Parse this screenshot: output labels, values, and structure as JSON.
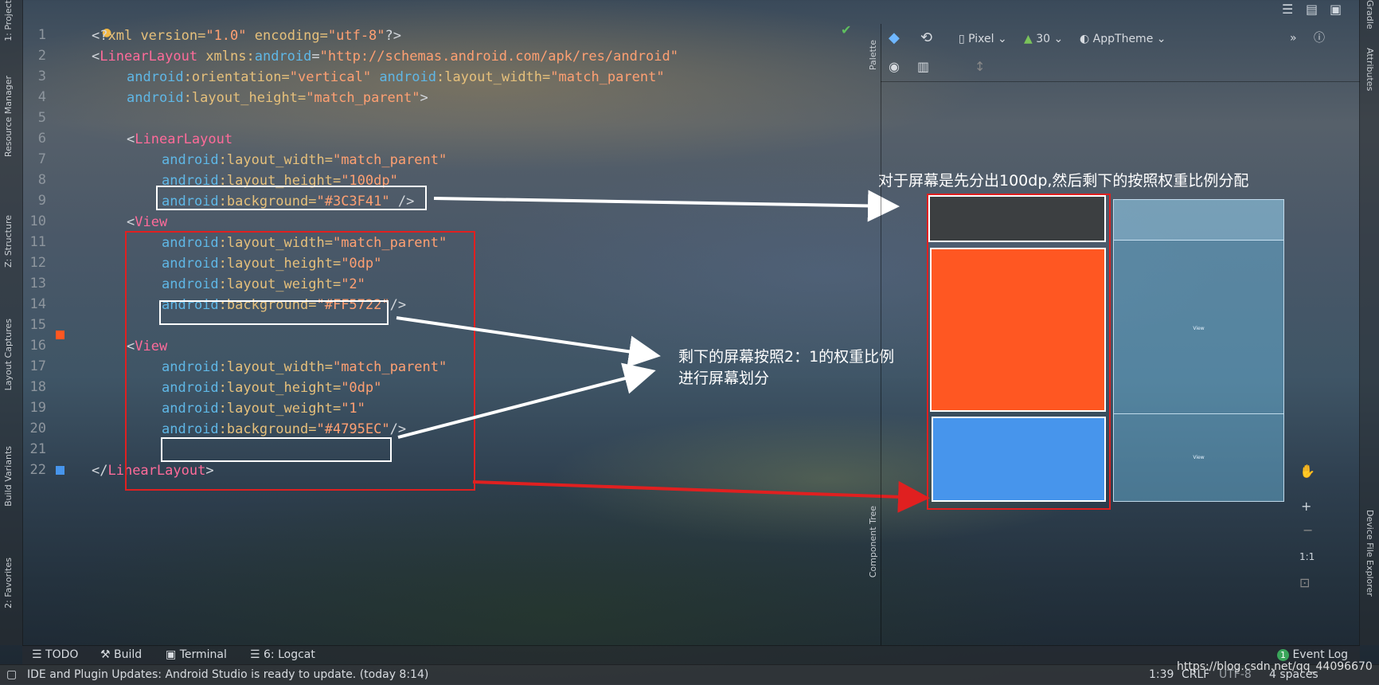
{
  "left_tabs": [
    "1: Project",
    "Resource Manager",
    "Z: Structure",
    "Layout Captures",
    "Build Variants",
    "2: Favorites"
  ],
  "right_tabs": [
    "Gradle",
    "Attributes",
    "Device File Explorer"
  ],
  "line_numbers": [
    "1",
    "2",
    "3",
    "4",
    "5",
    "6",
    "7",
    "8",
    "9",
    "10",
    "11",
    "12",
    "13",
    "14",
    "15",
    "16",
    "17",
    "18",
    "19",
    "20",
    "21",
    "22"
  ],
  "code": {
    "l1": {
      "open": "<?",
      "kw": "xml",
      "a1": " version=",
      "v1": "\"1.0\"",
      "a2": " encoding=",
      "v2": "\"utf-8\"",
      "close": "?>"
    },
    "l2": {
      "open": "<",
      "tag": "LinearLayout",
      "attr": " xmlns:",
      "ns": "android",
      "eq": "=",
      "val": "\"http://schemas.android.com/apk/res/android\""
    },
    "l3": {
      "ns1": "android",
      "attr1": ":orientation=",
      "val1": "\"vertical\"",
      "ns2": " android",
      "attr2": ":layout_width=",
      "val2": "\"match_parent\""
    },
    "l4": {
      "ns": "android",
      "attr": ":layout_height=",
      "val": "\"match_parent\"",
      "close": ">"
    },
    "l6": {
      "open": "<",
      "tag": "LinearLayout"
    },
    "l7": {
      "ns": "android",
      "attr": ":layout_width=",
      "val": "\"match_parent\""
    },
    "l8": {
      "ns": "android",
      "attr": ":layout_height=",
      "val": "\"100dp\""
    },
    "l9": {
      "ns": "android",
      "attr": ":background=",
      "val": "\"#3C3F41\"",
      "close": " />"
    },
    "l10": {
      "open": "<",
      "tag": "View"
    },
    "l11": {
      "ns": "android",
      "attr": ":layout_width=",
      "val": "\"match_parent\""
    },
    "l12": {
      "ns": "android",
      "attr": ":layout_height=",
      "val": "\"0dp\""
    },
    "l13": {
      "ns": "android",
      "attr": ":layout_weight=",
      "val": "\"2\""
    },
    "l14": {
      "ns": "android",
      "attr": ":background=",
      "val": "\"#FF5722\"",
      "close": "/>"
    },
    "l16": {
      "open": "<",
      "tag": "View"
    },
    "l17": {
      "ns": "android",
      "attr": ":layout_width=",
      "val": "\"match_parent\""
    },
    "l18": {
      "ns": "android",
      "attr": ":layout_height=",
      "val": "\"0dp\""
    },
    "l19": {
      "ns": "android",
      "attr": ":layout_weight=",
      "val": "\"1\""
    },
    "l20": {
      "ns": "android",
      "attr": ":background=",
      "val": "\"#4795EC\"",
      "close": "/>"
    },
    "l22": {
      "open": "</",
      "tag": "LinearLayout",
      "close": ">"
    }
  },
  "design_toolbar": {
    "device": "Pixel",
    "api": "30",
    "theme": "AppTheme",
    "more": "»"
  },
  "design_side": {
    "palette": "Palette",
    "component_tree": "Component Tree"
  },
  "annotations": {
    "top": "对于屏幕是先分出100dp,然后剩下的按照权重比例分配",
    "middle_line1": "剩下的屏幕按照2：1的权重比例",
    "middle_line2": "进行屏幕划分"
  },
  "preview": {
    "colors": {
      "header": "#3C3F41",
      "view1": "#FF5722",
      "view2": "#4795EC"
    },
    "blueprint_label": "View"
  },
  "zoom": {
    "plus": "+",
    "minus": "−",
    "ratio": "1:1"
  },
  "tool_tabs": [
    "TODO",
    "Build",
    "Terminal",
    "6: Logcat"
  ],
  "event_log": {
    "count": "1",
    "label": "Event Log"
  },
  "status": {
    "message": "IDE and Plugin Updates: Android Studio is ready to update. (today 8:14)",
    "position": "1:39",
    "line_sep": "CRLF",
    "encoding": "UTF-8",
    "indent": "4 spaces",
    "watermark": "https://blog.csdn.net/qq_44096670"
  }
}
